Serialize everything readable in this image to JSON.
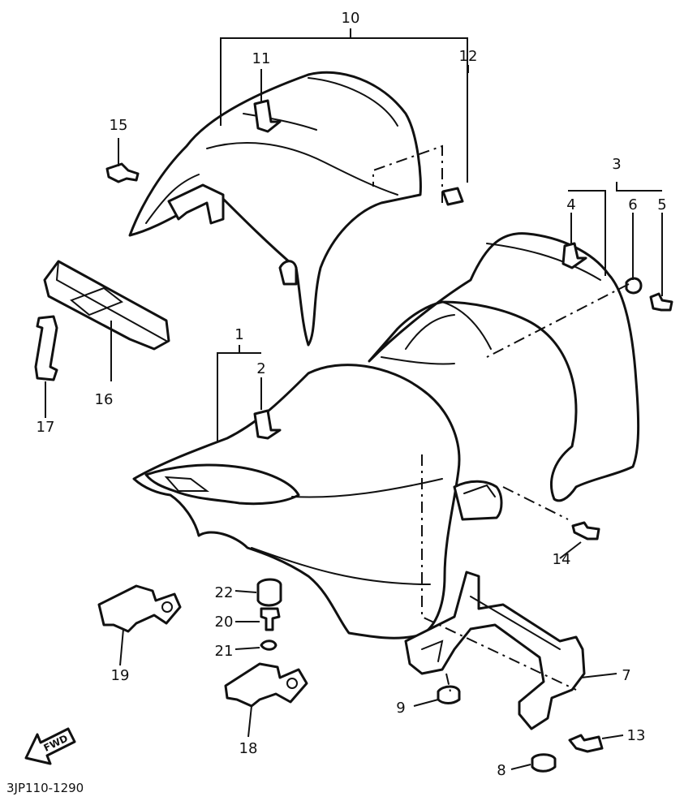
{
  "diagram": {
    "drawing_code": "3JP110-1290",
    "fwd_label": "FWD",
    "callouts": [
      "1",
      "2",
      "3",
      "4",
      "5",
      "6",
      "7",
      "8",
      "9",
      "10",
      "11",
      "12",
      "13",
      "14",
      "15",
      "16",
      "17",
      "18",
      "19",
      "20",
      "21",
      "22"
    ]
  }
}
